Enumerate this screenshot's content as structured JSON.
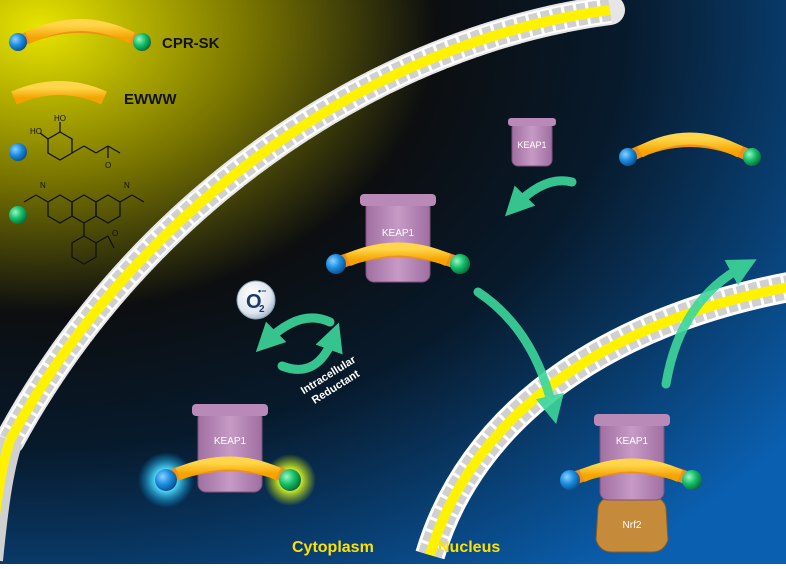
{
  "legend": {
    "probe_label": "CPR-SK",
    "peptide_label": "EWWW"
  },
  "labels": {
    "keap1": "KEAP1",
    "nrf2": "Nrf2",
    "superoxide": "O",
    "superoxide_sub": "2",
    "superoxide_sup": "•−",
    "reductant_line1": "Intracellular",
    "reductant_line2": "Reductant",
    "cytoplasm": "Cytoplasm",
    "nucleus": "Nucleus"
  },
  "colors": {
    "membrane_yellow": "#fff200",
    "membrane_bead": "#e6e6e6",
    "keap1": "#b98ab8",
    "nrf2": "#c58a3a",
    "peptide": "#ffc21a",
    "probe_blue": "#1b8fe0",
    "probe_green": "#14c06a",
    "arrow": "#3cd79a",
    "label_yellow": "#ffe100"
  }
}
